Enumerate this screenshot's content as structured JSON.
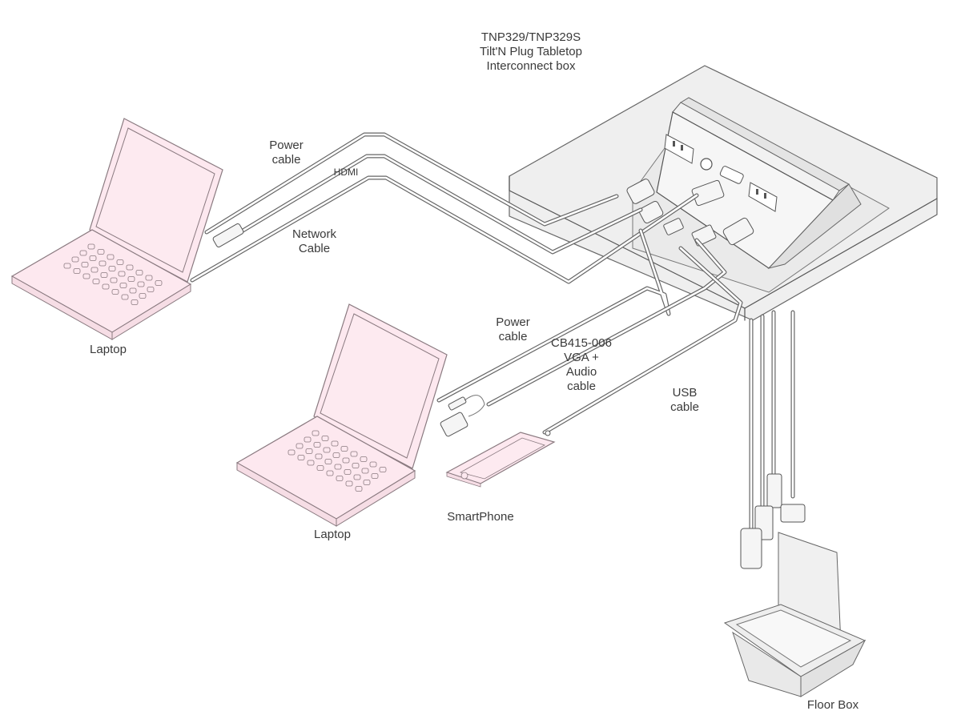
{
  "title": {
    "line1": "TNP329/TNP329S",
    "line2": "Tilt'N Plug Tabletop",
    "line3": "Interconnect box"
  },
  "labels": {
    "power_cable_1": [
      "Power",
      "cable"
    ],
    "hdmi": "HDMI",
    "network_cable": [
      "Network",
      "Cable"
    ],
    "power_cable_2": [
      "Power",
      "cable"
    ],
    "vga_audio_cable": [
      "CB415-006",
      "VGA +",
      "Audio",
      "cable"
    ],
    "usb_cable": [
      "USB",
      "cable"
    ],
    "laptop_1": "Laptop",
    "laptop_2": "Laptop",
    "smartphone": "SmartPhone",
    "floor_box": "Floor Box"
  },
  "colors": {
    "device_fill": "#fde8ef",
    "device_stroke": "#8a7a80",
    "box_fill": "#efefef",
    "line": "#555555",
    "text": "#3a3a3a"
  }
}
